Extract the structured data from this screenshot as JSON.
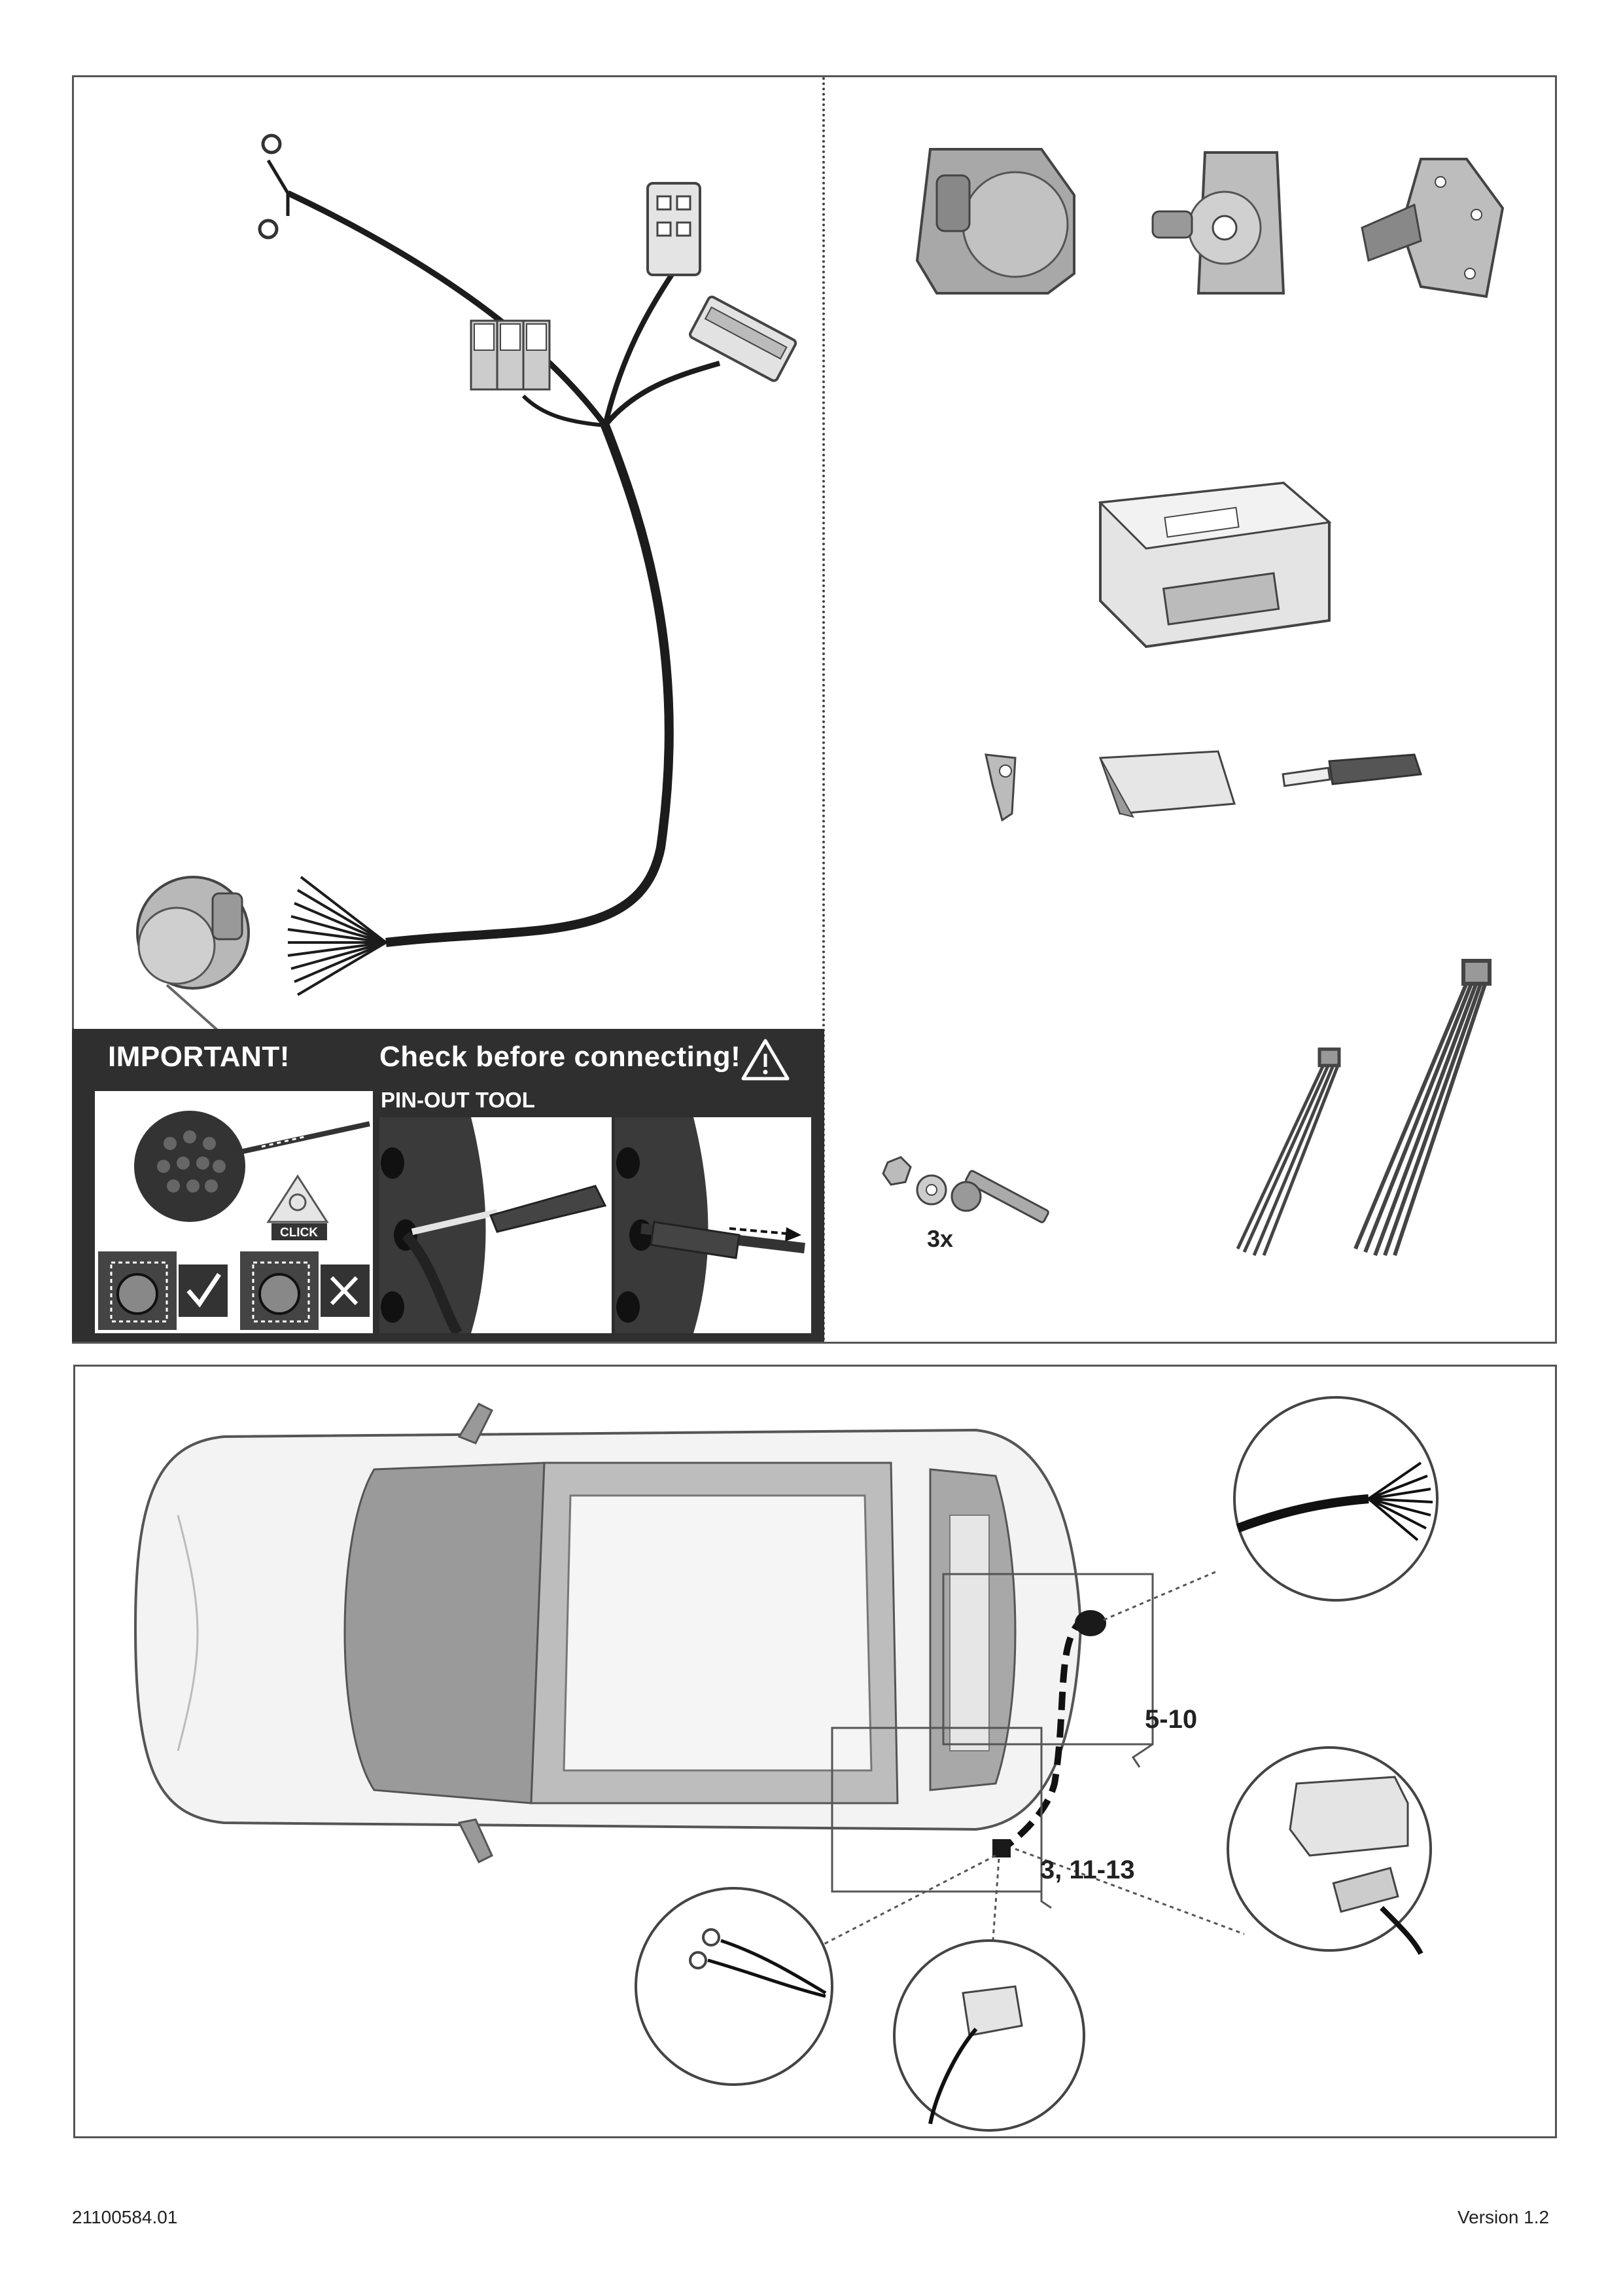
{
  "banner": {
    "important": "IMPORTANT!",
    "check": "Check before connecting!",
    "pin_out_tool": "PIN-OUT TOOL",
    "click": "CLICK"
  },
  "parts": {
    "quantity": "3x"
  },
  "car_diagram": {
    "rear_label": "5-10",
    "side_label": "3, 11-13"
  },
  "footer": {
    "doc_number": "21100584.01",
    "version": "Version 1.2"
  }
}
